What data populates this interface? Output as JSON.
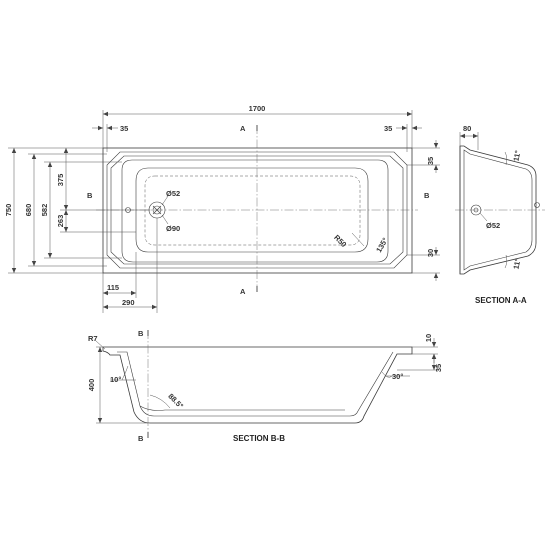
{
  "plan": {
    "length": "1700",
    "end_left": "35",
    "end_right": "35",
    "cut_a_top": "A",
    "cut_a_bottom": "A",
    "cut_b_left": "B",
    "cut_b_right": "B",
    "width_total": "750",
    "width_inner": "680",
    "width_582": "582",
    "depth_375": "375",
    "depth_263": "263",
    "right_35": "35",
    "right_30": "30",
    "waste_dia": "Ø52",
    "waste_outer_dia": "Ø90",
    "corner_radius": "R50",
    "corner_angle": "135°",
    "bottom_115": "115",
    "bottom_290": "290"
  },
  "section_aa": {
    "title": "SECTION A-A",
    "top_width": "80",
    "angle_top": "11°",
    "angle_bottom": "11°",
    "waste_dia": "Ø52"
  },
  "section_bb": {
    "title": "SECTION B-B",
    "cut_top": "B",
    "cut_bottom": "B",
    "corner_radius": "R7",
    "depth": "400",
    "angle_left": "10°",
    "angle_floor": "88.5°",
    "angle_right": "30°",
    "rim_10": "10",
    "rim_35": "35"
  }
}
